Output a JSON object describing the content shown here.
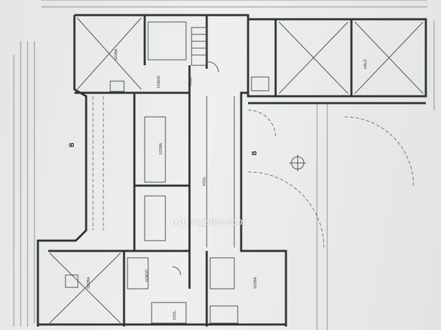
{
  "watermark": {
    "brand": "otp",
    "name": "ingatlanpont"
  },
  "section_marker": "B",
  "rooms": [
    {
      "label": "SZOBA"
    },
    {
      "label": "SZOBA"
    },
    {
      "label": "SZOBA"
    },
    {
      "label": "SZOBA"
    },
    {
      "label": "KÖZL."
    },
    {
      "label": "KÖZL."
    },
    {
      "label": "HÁLÓ"
    },
    {
      "label": "FÜRDŐ"
    },
    {
      "label": "FÜRDŐ"
    },
    {
      "label": "KÖZL."
    }
  ],
  "colors": {
    "paper": "#e9eaea",
    "lines": "#2e3234"
  }
}
